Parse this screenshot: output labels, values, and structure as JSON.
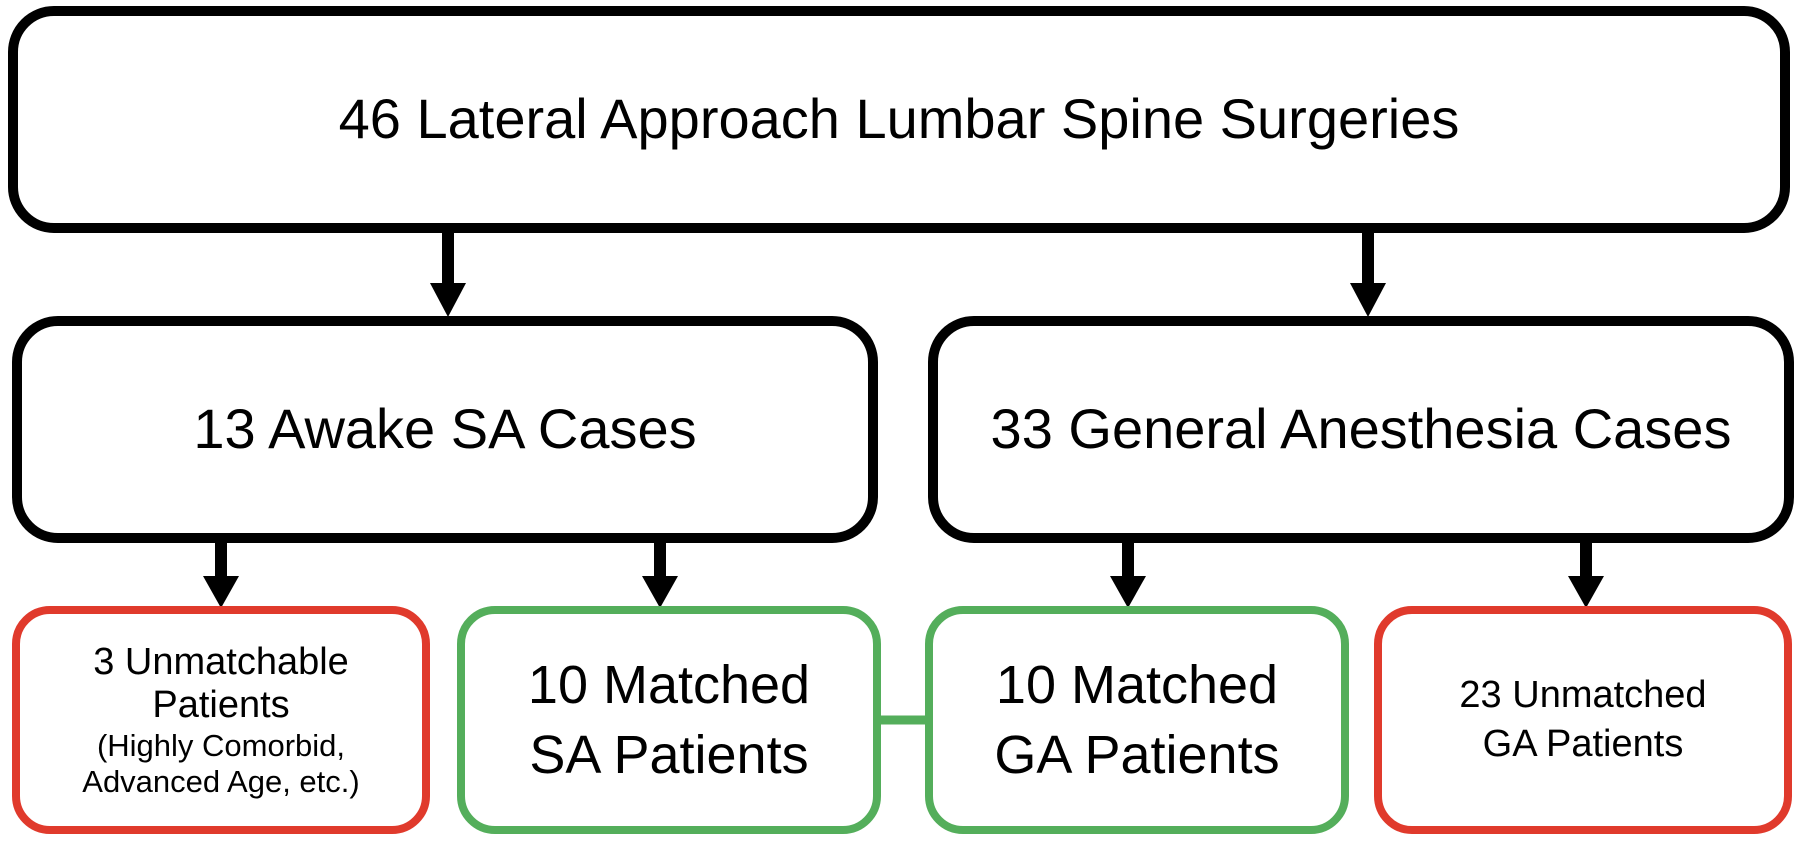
{
  "nodes": {
    "total": {
      "lines": [
        "46 Lateral Approach Lumbar Spine Surgeries"
      ]
    },
    "awake": {
      "lines": [
        "13 Awake SA Cases"
      ]
    },
    "general": {
      "lines": [
        "33 General Anesthesia Cases"
      ]
    },
    "unmatchable": {
      "lines": [
        "3 Unmatchable",
        "Patients",
        "(Highly Comorbid,",
        "Advanced Age, etc.)"
      ]
    },
    "matched_sa": {
      "lines": [
        "10 Matched",
        "SA Patients"
      ]
    },
    "matched_ga": {
      "lines": [
        "10 Matched",
        "GA Patients"
      ]
    },
    "unmatched_ga": {
      "lines": [
        "23 Unmatched",
        "GA Patients"
      ]
    }
  },
  "colors": {
    "border_default": "#000000",
    "border_excluded": "#e03a2c",
    "border_matched": "#54ae5b",
    "arrow": "#000000",
    "match_link": "#54ae5b"
  }
}
